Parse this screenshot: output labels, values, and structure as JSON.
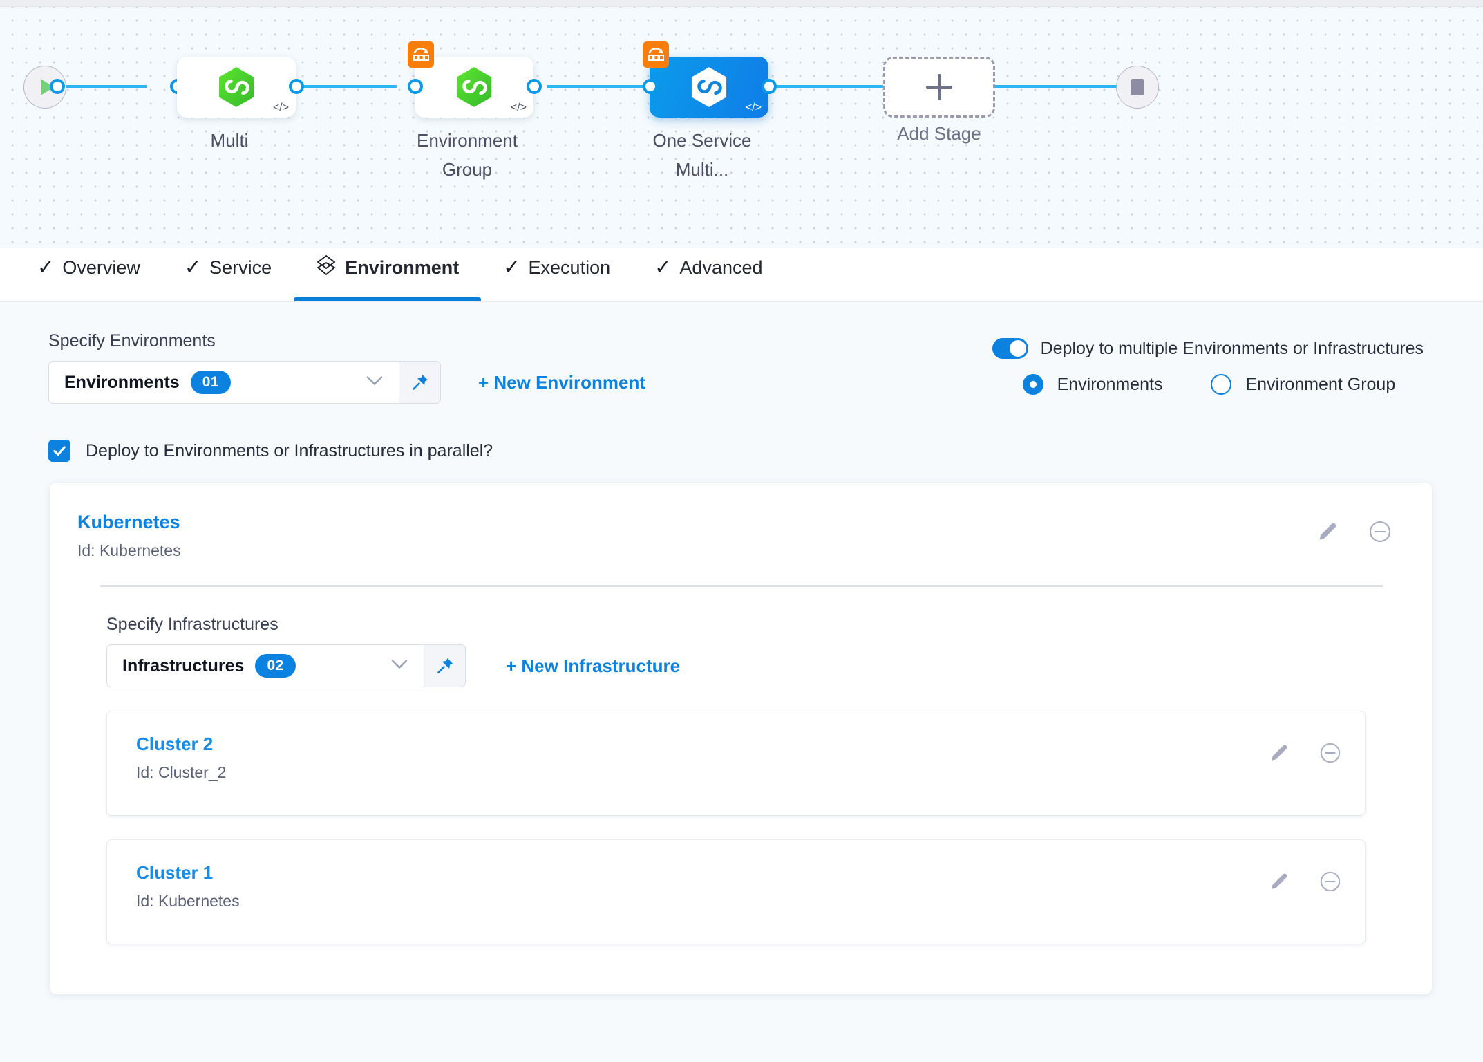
{
  "pipeline": {
    "start_icon": "play-icon",
    "end_icon": "stop-icon",
    "stages": [
      {
        "label": "Multi",
        "icon": "harness-hexagon-icon",
        "badge": null,
        "selected": false,
        "code_glyph": "</>"
      },
      {
        "label": "Environment Group",
        "icon": "harness-hexagon-icon",
        "badge": "multi-deployment-icon",
        "selected": false,
        "code_glyph": "</>"
      },
      {
        "label": "One Service Multi...",
        "icon": "harness-hexagon-icon",
        "badge": "multi-deployment-icon",
        "selected": true,
        "code_glyph": "</>"
      }
    ],
    "add_stage_label": "Add Stage",
    "add_stage_icon": "plus-icon"
  },
  "tabs": [
    {
      "label": "Overview",
      "icon": "check-icon",
      "active": false
    },
    {
      "label": "Service",
      "icon": "check-icon",
      "active": false
    },
    {
      "label": "Environment",
      "icon": "layers-icon",
      "active": true
    },
    {
      "label": "Execution",
      "icon": "check-icon",
      "active": false
    },
    {
      "label": "Advanced",
      "icon": "check-icon",
      "active": false
    }
  ],
  "environments_section": {
    "label": "Specify Environments",
    "select_text": "Environments",
    "count": "01",
    "pin_icon": "pin-icon",
    "chevron_icon": "chevron-down-icon",
    "new_link": "+ New Environment"
  },
  "deploy_options": {
    "toggle_label": "Deploy to multiple Environments or Infrastructures",
    "toggle_on": true,
    "radios": [
      {
        "label": "Environments",
        "checked": true
      },
      {
        "label": "Environment Group",
        "checked": false
      }
    ]
  },
  "parallel_checkbox": {
    "label": "Deploy to Environments or Infrastructures in parallel?",
    "checked": true,
    "icon": "check-icon"
  },
  "environment_card": {
    "name": "Kubernetes",
    "id_text": "Id: Kubernetes",
    "edit_icon": "pencil-icon",
    "remove_icon": "minus-circle-icon",
    "infrastructures_section": {
      "label": "Specify Infrastructures",
      "select_text": "Infrastructures",
      "count": "02",
      "pin_icon": "pin-icon",
      "chevron_icon": "chevron-down-icon",
      "new_link": "+ New Infrastructure"
    },
    "infrastructures": [
      {
        "name": "Cluster 2",
        "id_text": "Id: Cluster_2",
        "edit_icon": "pencil-icon",
        "remove_icon": "minus-circle-icon"
      },
      {
        "name": "Cluster 1",
        "id_text": "Id: Kubernetes",
        "edit_icon": "pencil-icon",
        "remove_icon": "minus-circle-icon"
      }
    ]
  },
  "colors": {
    "accent_blue": "#0b81e0",
    "rail_blue": "#29b5f6",
    "stage_green": "#4dc437",
    "badge_orange": "#f97d0a",
    "page_bg": "#f6fafd"
  }
}
